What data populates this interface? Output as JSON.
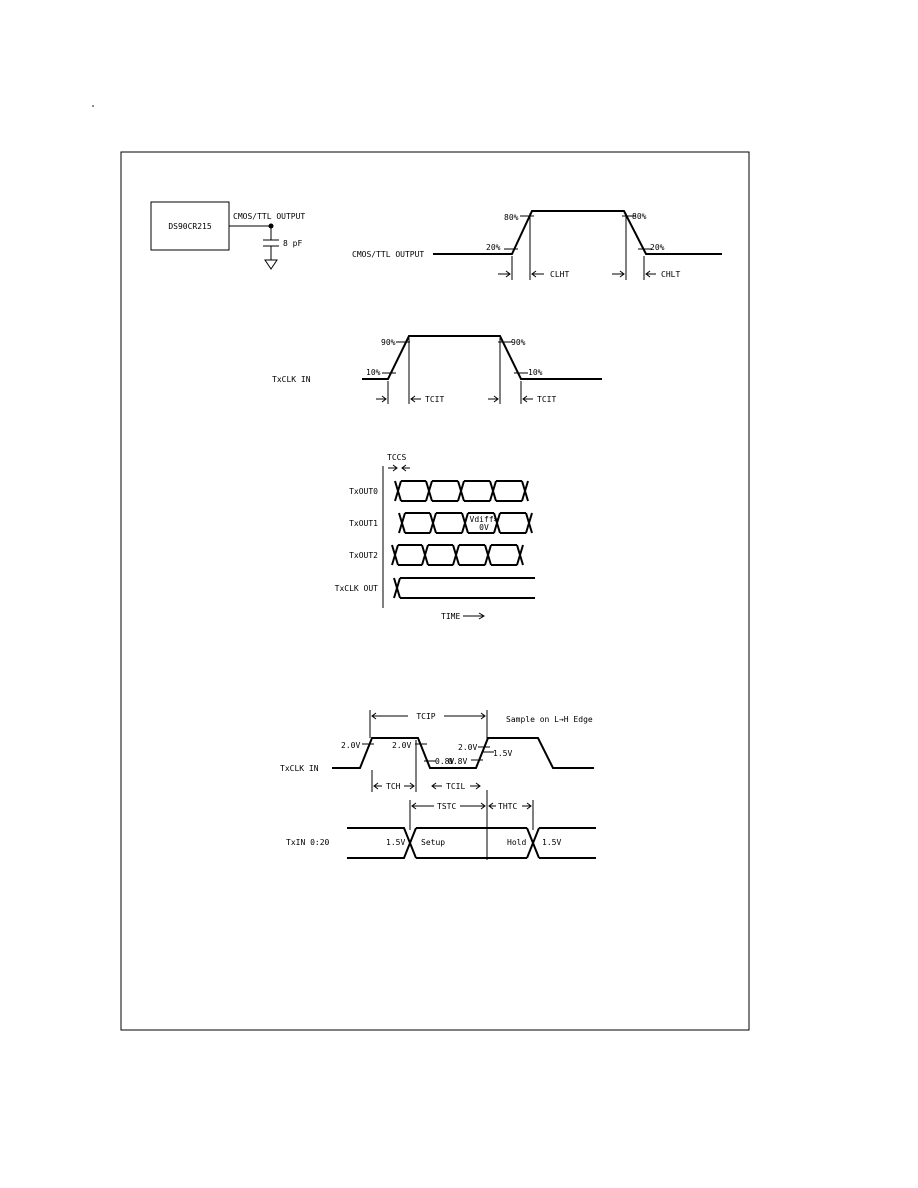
{
  "fig1": {
    "box_label": "DS90CR215",
    "output_label": "CMOS/TTL OUTPUT",
    "cap_label": "8 pF",
    "signal_label": "CMOS/TTL OUTPUT",
    "pct_hi_left": "80%",
    "pct_lo_left": "20%",
    "pct_hi_right": "80%",
    "pct_lo_right": "20%",
    "t_rise": "CLHT",
    "t_fall": "CHLT"
  },
  "fig2": {
    "signal_label": "TxCLK IN",
    "pct_hi_left": "90%",
    "pct_lo_left": "10%",
    "pct_hi_right": "90%",
    "pct_lo_right": "10%",
    "t_rise": "TCIT",
    "t_fall": "TCIT"
  },
  "fig3": {
    "skew_label": "TCCS",
    "lines": [
      "TxOUT0",
      "TxOUT1",
      "TxOUT2",
      "TxCLK OUT"
    ],
    "cross_label_1": "Vdiff=",
    "cross_label_2": "0V",
    "time_label": "TIME"
  },
  "fig4": {
    "period_label": "TCIP",
    "edge_note": "Sample on L→H Edge",
    "clk_label": "TxCLK IN",
    "v_hi_1": "2.0V",
    "v_hi_2": "2.0V",
    "v_lo_1": "0.8V",
    "v_hi_3": "2.0V",
    "v_lo_2": "0.8V",
    "v_mid_1": "1.5V",
    "t_high": "TCH",
    "t_low": "TCIL",
    "setup_time": "TSTC",
    "hold_time": "THTC",
    "data_label": "TxIN 0:20",
    "v_mid_2": "1.5V",
    "setup_word": "Setup",
    "hold_word": "Hold",
    "v_mid_3": "1.5V"
  }
}
